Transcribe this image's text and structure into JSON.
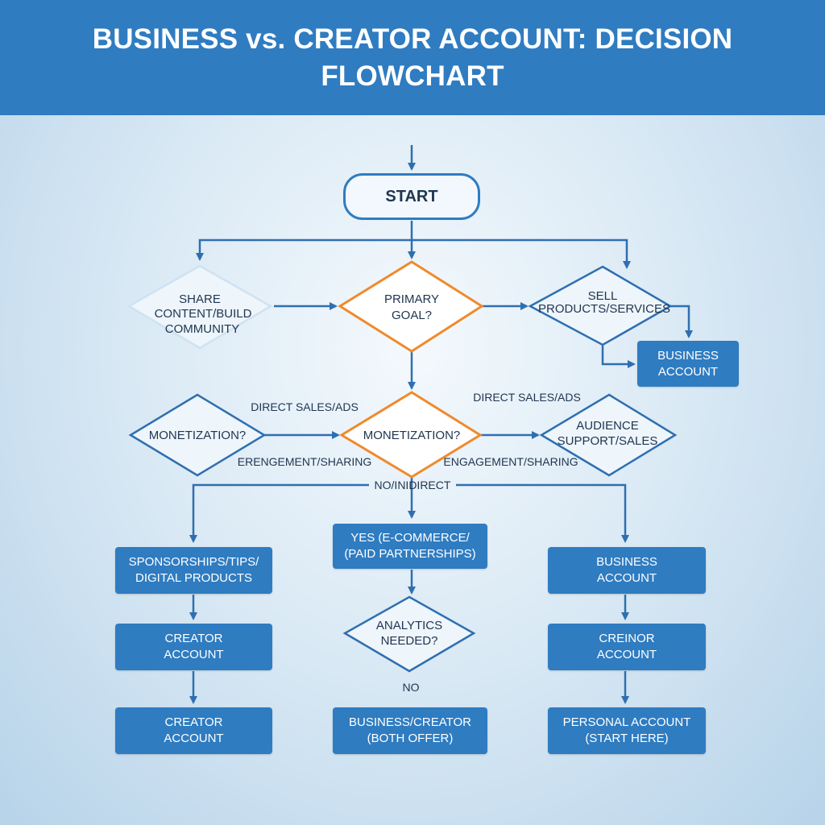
{
  "title": "BUSINESS vs. CREATOR ACCOUNT: DECISION FLOWCHART",
  "colors": {
    "header": "#2f7cc1",
    "box": "#2f7cc1",
    "line": "#2f6fb0",
    "highlight": "#ef8a2b"
  },
  "nodes": {
    "start": "START",
    "primary_goal": [
      "PRIMARY",
      "GOAL?"
    ],
    "share_content": [
      "SHARE",
      "CONTENT/BUILD",
      "COMMUNITY"
    ],
    "sell_products": [
      "SELL",
      "PRODUCTS/SERVICES"
    ],
    "business_account_top": "BUSINESS\nACCOUNT",
    "monetization_left": "MONETIZATION?",
    "monetization_center": "MONETIZATION?",
    "audience_support": [
      "AUDIENCE",
      "SUPPORT/SALES"
    ],
    "sponsorships": "SPONSORSHIPS/TIPS/\nDIGITAL PRODUCTS",
    "creator_account_1": "CREATOR\nACCOUNT",
    "creator_account_2": "CREATOR\nACCOUNT",
    "yes_ecommerce": "YES (E-COMMERCE/\n(PAID PARTNERSHIPS)",
    "analytics_needed": [
      "ANALYTICS",
      "NEEDED?"
    ],
    "business_creator": "BUSINESS/CREATOR\n(BOTH OFFER)",
    "business_account_mid": "BUSINESS\nACCOUNT",
    "creinor_account": "CREINOR\nACCOUNT",
    "personal_account": "PERSONAL ACCOUNT\n(START HERE)"
  },
  "edge_labels": {
    "direct_sales_left": "DIRECT SALES/ADS",
    "direct_sales_right": "DIRECT SALES/ADS",
    "engagement_left": "ERENGEMENT/SHARING",
    "engagement_right": "ENGAGEMENT/SHARING",
    "no_indirect": "NO/INIDIRECT",
    "no": "NO"
  }
}
